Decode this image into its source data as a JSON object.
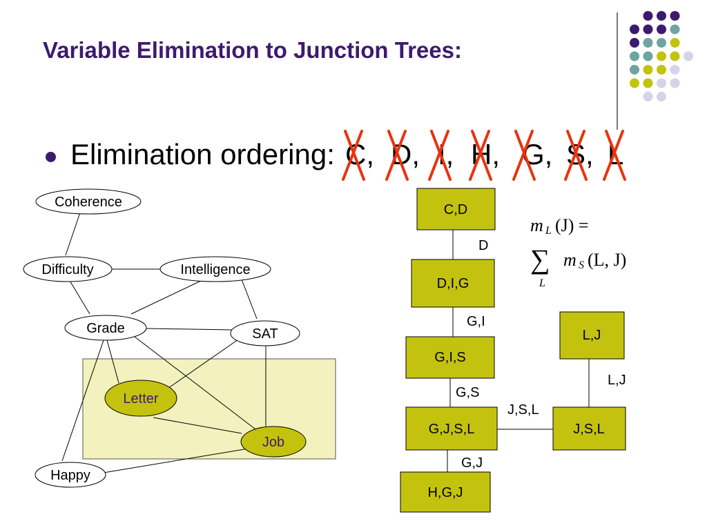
{
  "slide": {
    "title": "Variable Elimination to Junction Trees:",
    "bullet": "Elimination ordering:",
    "ordering": [
      "C,",
      "D,",
      "I,",
      "H,",
      "G,",
      "S,",
      "L"
    ]
  },
  "colors": {
    "title": "#3d1a6e",
    "olive": "#c3c30f",
    "highlight_box": "#f3f1bd",
    "cross": "#e8330e"
  },
  "graph": {
    "nodes": {
      "coherence": "Coherence",
      "difficulty": "Difficulty",
      "intelligence": "Intelligence",
      "grade": "Grade",
      "sat": "SAT",
      "letter": "Letter",
      "job": "Job",
      "happy": "Happy"
    }
  },
  "tree": {
    "cliques": {
      "cd": "C,D",
      "dig": "D,I,G",
      "gis": "G,I,S",
      "gjsl": "G,J,S,L",
      "hgj": "H,G,J",
      "lj": "L,J",
      "jsl": "J,S,L"
    },
    "seps": {
      "d": "D",
      "gi": "G,I",
      "gs": "G,S",
      "gj": "G,J",
      "lj": "L,J",
      "jsl": "J,S,L"
    }
  },
  "formula": {
    "m": "m",
    "sub_l": "L",
    "arg1": "(J) =",
    "sum": "∑",
    "sum_sub": "L",
    "sub_s": "S",
    "arg2": "(L, J)"
  }
}
